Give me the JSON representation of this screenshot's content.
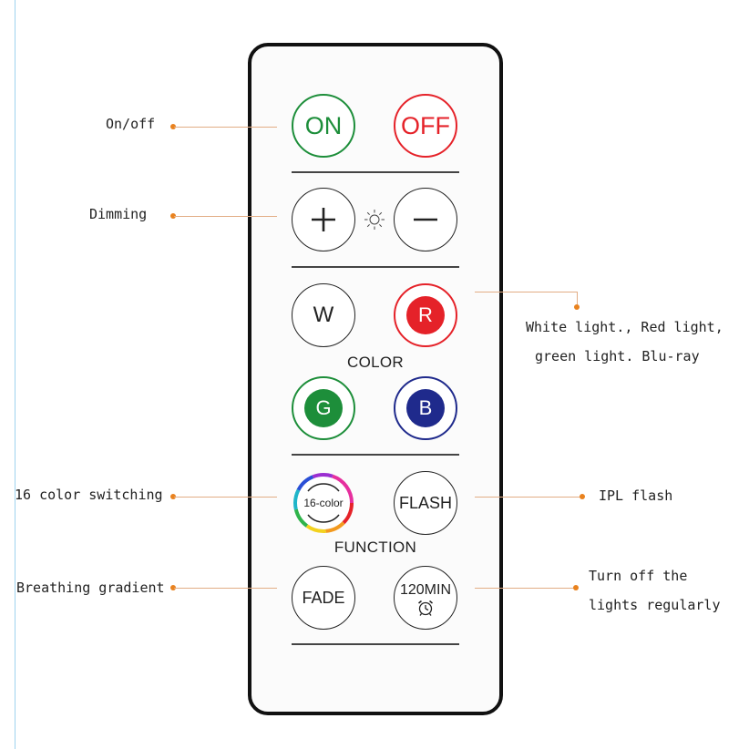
{
  "remote": {
    "buttons": {
      "on": "ON",
      "off": "OFF",
      "white": "W",
      "red": "R",
      "green": "G",
      "blue": "B",
      "sixteen_color": "16-color",
      "flash": "FLASH",
      "fade": "FADE",
      "timer": "120MIN"
    },
    "labels": {
      "color": "COLOR",
      "function": "FUNCTION"
    }
  },
  "annotations": {
    "on_off": "On/off",
    "dimming": "Dimming",
    "colors_line1": "White light., Red light,",
    "colors_line2": "green light. Blu-ray",
    "sixteen_color": "16 color switching",
    "ipl_flash": "IPL flash",
    "breathing": "Breathing gradient",
    "timer_line1": "Turn off the",
    "timer_line2": "lights regularly"
  },
  "colors": {
    "green": "#1d8e3a",
    "red": "#e52229",
    "blue": "#1f2a8c",
    "leader": "#e2ad85",
    "dot": "#e9821e"
  },
  "icons": [
    "plus-icon",
    "minus-icon",
    "brightness-icon",
    "alarm-clock-icon",
    "rainbow-ring-icon"
  ]
}
